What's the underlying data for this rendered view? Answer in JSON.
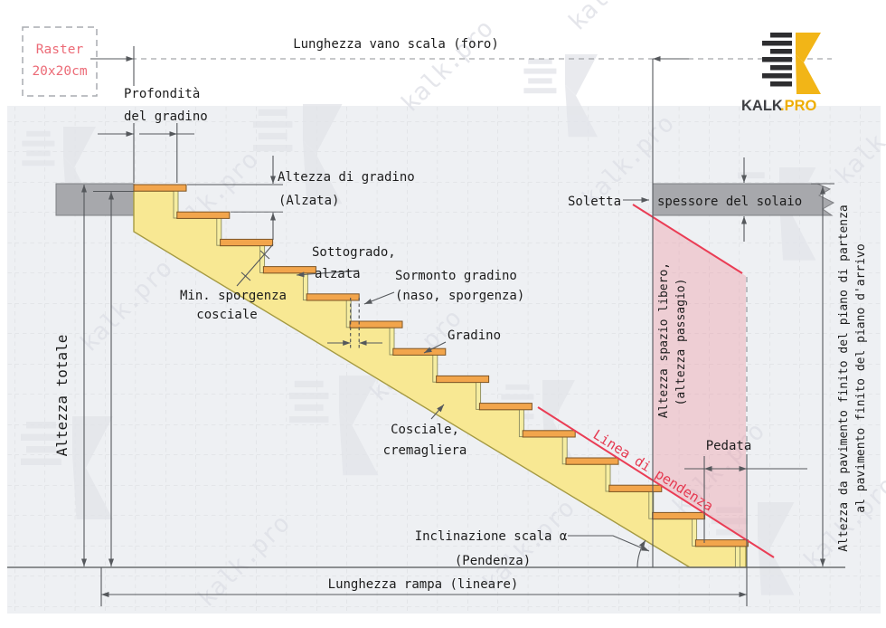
{
  "watermark": {
    "text": "kalk.pro"
  },
  "raster_box": {
    "line1": "Raster",
    "line2": "20x20cm"
  },
  "logo": {
    "name": "KALK",
    "tld": ".PRO"
  },
  "labels": {
    "vano_scala": "Lunghezza vano scala (foro)",
    "profondita": {
      "line1": "Profondità",
      "line2": "del gradino"
    },
    "alzata": {
      "line1": "Altezza di gradino",
      "line2": "(Alzata)"
    },
    "sottogrado": {
      "line1": "Sottogrado,",
      "line2": "alzata"
    },
    "sporgenza_cosciale": {
      "line1": "Min. sporgenza",
      "line2": "cosciale"
    },
    "sormonto": {
      "line1": "Sormonto gradino",
      "line2": "(naso, sporgenza)"
    },
    "gradino": "Gradino",
    "cosciale": {
      "line1": "Cosciale,",
      "line2": "cremagliera"
    },
    "soletta": "Soletta",
    "spessore": "spessore del solaio",
    "spazio_libero": {
      "line1": "Altezza spazio libero,",
      "line2": "(altezza passagio)"
    },
    "linea_pendenza": "Linea di pendenza",
    "pedata": "Pedata",
    "altezza_totale": "Altezza totale",
    "inclinazione": {
      "line1": "Inclinazione scala α",
      "line2": "(Pendenza)"
    },
    "rampa": "Lunghezza rampa (lineare)",
    "altezza_pavimento": {
      "line1": "Altezza da pavimento finito del piano di partenza",
      "line2": "al pavimento finito del piano d'arrivo"
    }
  },
  "colors": {
    "accent_red": "#ea3d55",
    "pink_zone": "#ef8290",
    "stringer_yellow": "#f8e893",
    "tread_orange": "#f2a54c",
    "riser_yellow": "#f6eda1",
    "slab_gray": "#a7a8ac",
    "logo_yellow": "#f2b517",
    "raster_pink": "#ec6b77",
    "grid": "#d8dade",
    "drawing_bg": "#eef0f3",
    "dim_gray": "#55585c"
  }
}
